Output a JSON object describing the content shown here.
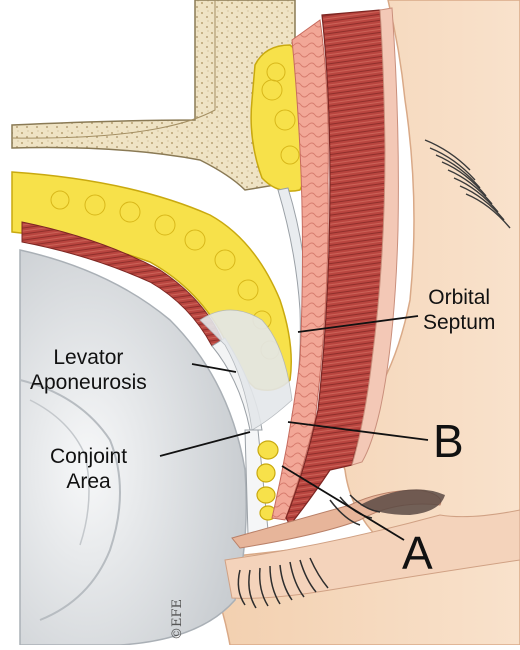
{
  "labels": {
    "orbital_septum": [
      "Orbital",
      "Septum"
    ],
    "levator_aponeurosis": [
      "Levator",
      "Aponeurosis"
    ],
    "conjoint_area": [
      "Conjoint",
      "Area"
    ],
    "marker_b": "B",
    "marker_a": "A"
  },
  "signature": "©EFE",
  "colors": {
    "bone": "#efe3c4",
    "bone_outline": "#8a7a55",
    "fat": "#f7e14a",
    "fat_outline": "#c9a90f",
    "muscle": "#b9453f",
    "muscle_light": "#e88d80",
    "skin": "#f7dcc4",
    "skin_shadow": "#e9c3a3",
    "septum": "#e9ecef",
    "eye_gray": "#d9dde0"
  },
  "icons": [
    "eyebrow-hair",
    "eyelash-hair"
  ]
}
